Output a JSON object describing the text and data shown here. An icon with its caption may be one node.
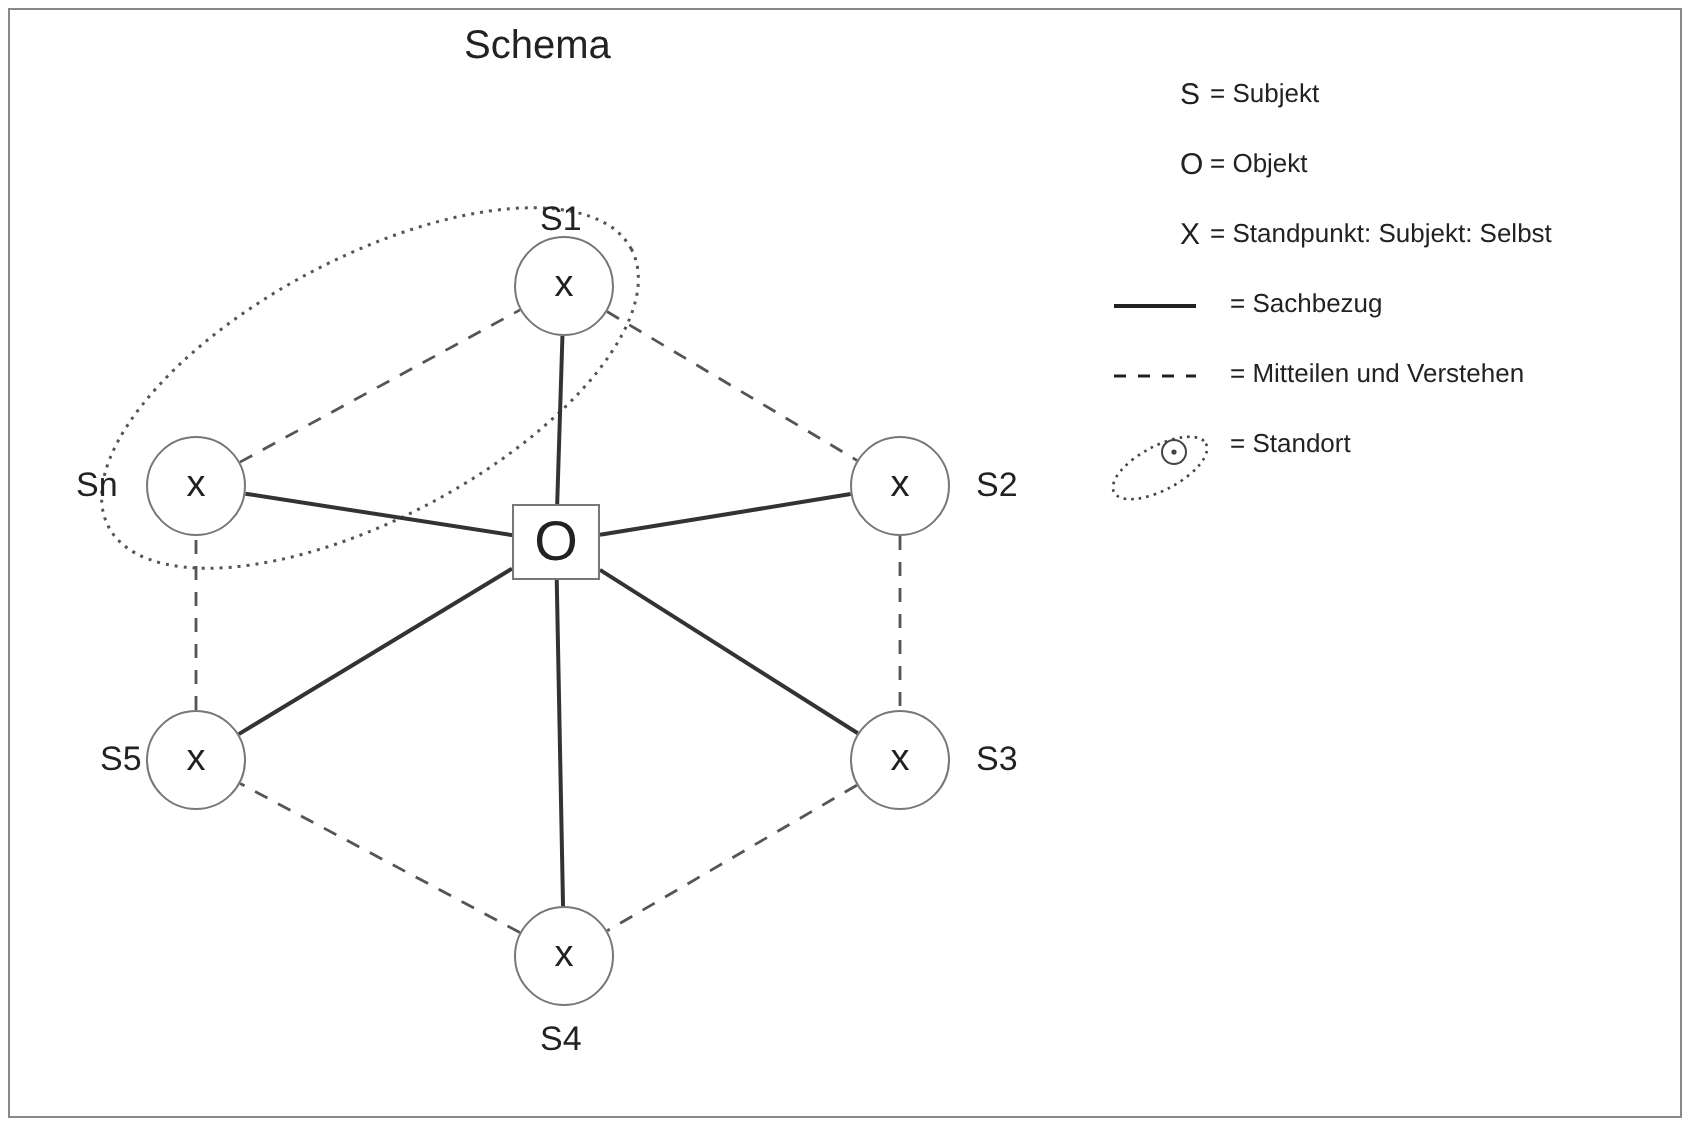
{
  "diagram": {
    "title": "Schema",
    "nodes": [
      {
        "text": [
          "x"
        ],
        "beside": [
          "S1"
        ]
      },
      {
        "text": [
          "x"
        ],
        "beside": [
          "Sn"
        ]
      },
      {
        "text": [
          "O"
        ]
      },
      {
        "text": [
          "x"
        ],
        "beside": [
          "S2"
        ]
      },
      {
        "text": [
          "x"
        ],
        "beside": [
          "S5"
        ]
      },
      {
        "text": [
          "x"
        ],
        "beside": [
          "S3"
        ]
      },
      {
        "text": [
          "x"
        ],
        "beside": [
          "S4"
        ]
      }
    ],
    "edges": [
      {
        "from": 2,
        "to": 0,
        "arrow": "none"
      },
      {
        "from": 2,
        "to": 1,
        "arrow": "none"
      },
      {
        "from": 2,
        "to": 3,
        "arrow": "none"
      },
      {
        "from": 2,
        "to": 4,
        "arrow": "none"
      },
      {
        "from": 2,
        "to": 5,
        "arrow": "none"
      },
      {
        "from": 2,
        "to": 6,
        "arrow": "none"
      },
      {
        "from": 0,
        "to": 3,
        "arrow": "none",
        "style": "dashed"
      },
      {
        "from": 3,
        "to": 5,
        "arrow": "none",
        "style": "dashed"
      },
      {
        "from": 5,
        "to": 6,
        "arrow": "none",
        "style": "dashed"
      },
      {
        "from": 6,
        "to": 4,
        "arrow": "none",
        "style": "dashed"
      },
      {
        "from": 4,
        "to": 1,
        "arrow": "none",
        "style": "dashed"
      },
      {
        "from": 1,
        "to": 0,
        "arrow": "none",
        "style": "dashed"
      }
    ],
    "labels": [
      "S",
      "O",
      "X"
    ],
    "legend": [
      {
        "text": "= Subjekt"
      },
      {
        "text": "= Objekt"
      },
      {
        "text": "= Standpunkt: Subjekt: Selbst"
      },
      {
        "text": "= Sachbezug"
      },
      {
        "text": "= Mitteilen und Verstehen"
      },
      {
        "text": "= Standort"
      }
    ]
  }
}
